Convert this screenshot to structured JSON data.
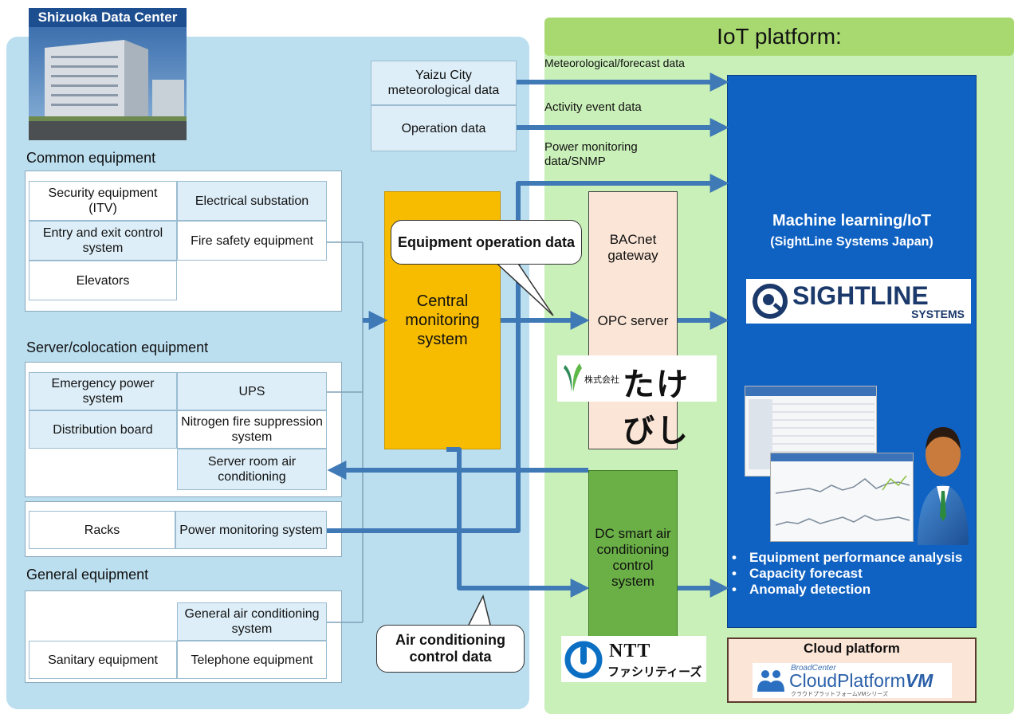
{
  "title_badge": "Shizuoka Data Center",
  "iot_platform_title": "IoT platform:",
  "data_sources": {
    "meteorological": "Yaizu City meteorological data",
    "operation": "Operation data"
  },
  "arrow_labels": {
    "meteorological": "Meteorological/forecast data",
    "activity": "Activity event data",
    "power": "Power monitoring data/SNMP"
  },
  "common": {
    "title": "Common equipment",
    "security": "Security equipment (ITV)",
    "substation": "Electrical substation",
    "entry": "Entry and exit control system",
    "fire": "Fire safety equipment",
    "elevators": "Elevators"
  },
  "server": {
    "title": "Server/colocation equipment",
    "emergency": "Emergency power system",
    "ups": "UPS",
    "distribution": "Distribution board",
    "nitrogen": "Nitrogen fire suppression system",
    "aircon": "Server room air conditioning",
    "racks": "Racks",
    "power": "Power monitoring system"
  },
  "general": {
    "title": "General equipment",
    "aircon": "General air conditioning system",
    "sanitary": "Sanitary equipment",
    "telephone": "Telephone equipment"
  },
  "central": "Central monitoring system",
  "callout_equipment": "Equipment operation data",
  "callout_air": "Air conditioning control data",
  "bacnet": "BACnet gateway",
  "opc": "OPC server",
  "dc_smart": "DC smart air conditioning control system",
  "ml": {
    "title": "Machine learning/IoT",
    "subtitle": "(SightLine Systems Japan)",
    "logo_main": "SIGHTLINE",
    "logo_sub": "SYSTEMS",
    "bullets": [
      "Equipment performance analysis",
      "Capacity forecast",
      "Anomaly detection"
    ]
  },
  "cloud": {
    "title": "Cloud platform",
    "logo_small": "BroadCenter",
    "logo_main": "CloudPlatform",
    "logo_vm": "VM",
    "logo_sub": "クラウドプラットフォームVMシリーズ"
  },
  "logos": {
    "tabuchi_prefix": "株式会社",
    "tabuchi": "たけびし",
    "ntt": "NTT",
    "ntt_sub": "ファシリティーズ"
  },
  "colors": {
    "left_bg": "#bcdff0",
    "iot_bg": "#c9f0b8",
    "iot_header": "#a8d870",
    "central": "#f7bc00",
    "bacnet": "#fbe5d6",
    "dc_smart": "#6ab046",
    "ml_panel": "#0f61c2",
    "arrow": "#3f79b6"
  }
}
